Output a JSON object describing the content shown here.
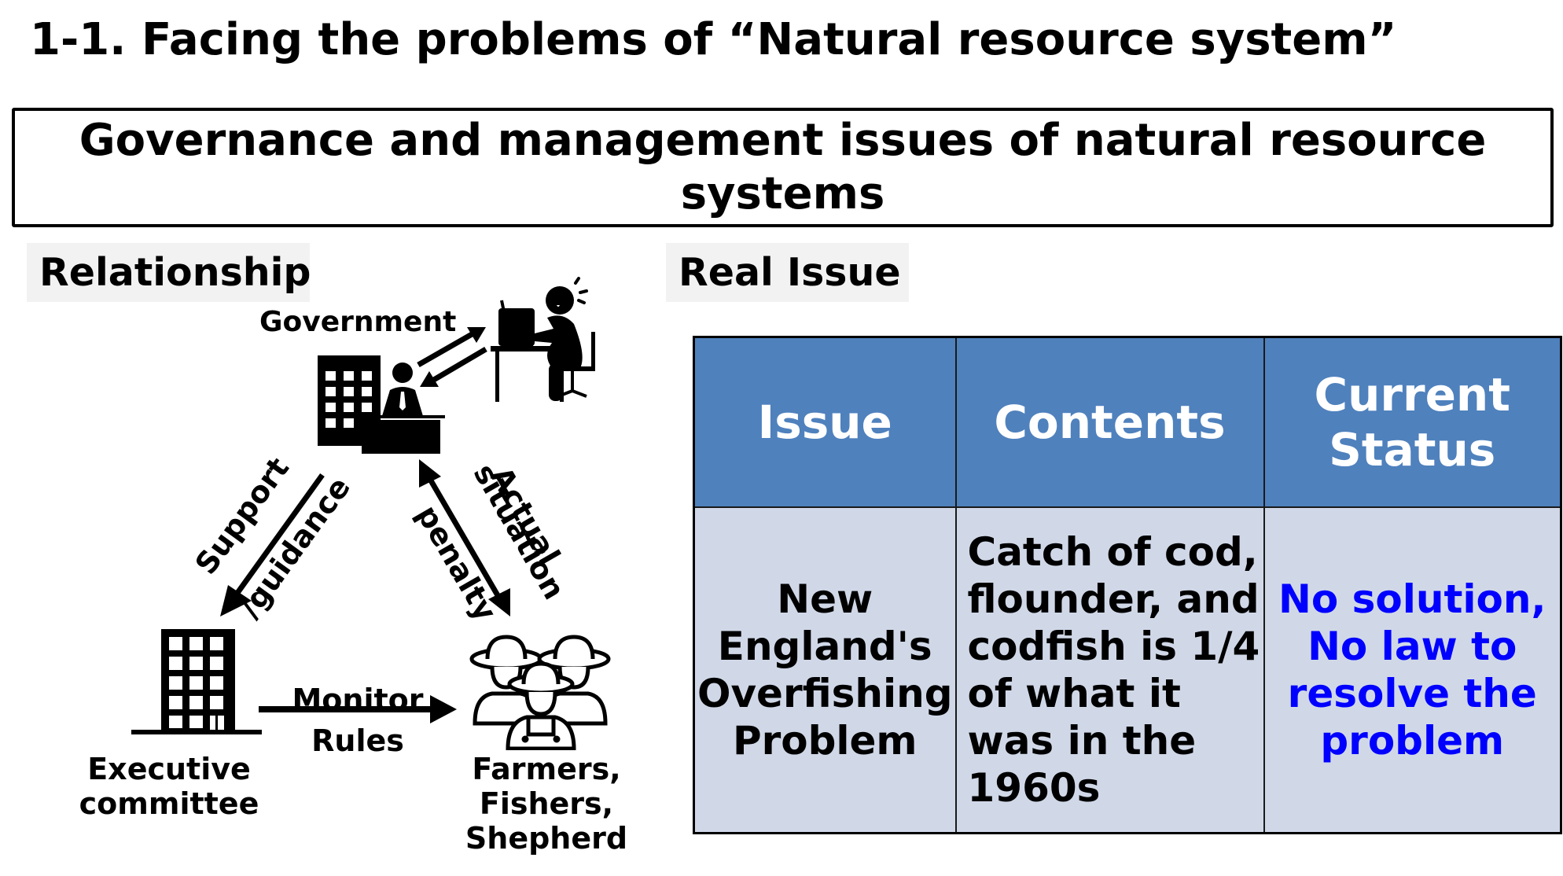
{
  "slide": {
    "title": "1-1. Facing the problems of “Natural resource system”",
    "headline": "Governance and management issues of natural resource systems"
  },
  "relationship": {
    "section_label": "Relationship",
    "nodes": {
      "government": "Government",
      "executive_committee_line1": "Executive",
      "executive_committee_line2": "committee",
      "people_line1": "Farmers,",
      "people_line2": "Fishers,",
      "people_line3": "Shepherd"
    },
    "edges": {
      "support_line1": "Support",
      "support_line2": "/guidance",
      "actual_line1": "Actual",
      "actual_line2": "situation",
      "penalty": "penalty",
      "monitor": "Monitor",
      "rules": "Rules"
    },
    "icons": [
      "government-office-icon",
      "stressed-worker-icon",
      "executive-building-icon",
      "farmers-group-icon"
    ]
  },
  "real_issue": {
    "section_label": "Real Issue",
    "table": {
      "headers": [
        "Issue",
        "Contents",
        "Current Status"
      ],
      "rows": [
        {
          "issue": "New England's Overfishing Problem",
          "contents": "Catch of cod, flounder, and codfish is 1/4 of what it was in the 1960s",
          "status": "No solution, No law to resolve the problem"
        }
      ]
    },
    "colors": {
      "header_bg": "#4f81bd",
      "row_bg": "#d0d8e8",
      "status_text": "#0000ff"
    }
  }
}
